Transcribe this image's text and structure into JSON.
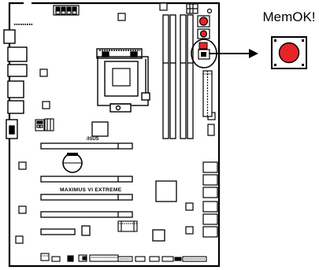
{
  "callout": {
    "label": "MemOK!",
    "button_color": "#e6252a"
  },
  "board": {
    "model_text": "MAXIMUS VI EXTREME",
    "brand_text": "/ISUS"
  },
  "colors": {
    "line": "#000000",
    "accent": "#e6252a",
    "background": "#ffffff"
  },
  "icons": {
    "arrow": "arrow-right-icon",
    "memok_button": "memok-button-icon"
  }
}
